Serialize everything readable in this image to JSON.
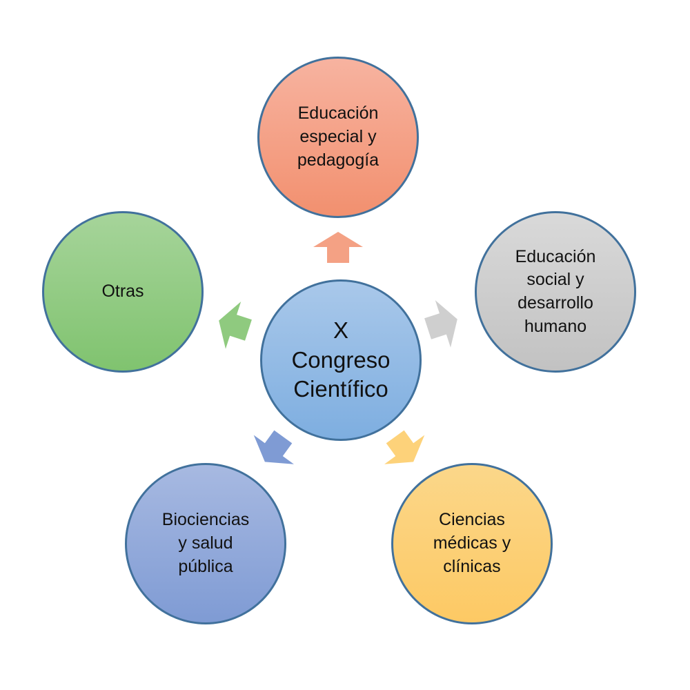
{
  "center": {
    "label": "X\nCongreso\nCientífico",
    "color": "#9dc3e6"
  },
  "nodes": [
    {
      "id": "top",
      "label": "Educación\nespecial y\npedagogía",
      "color": "#f4a184"
    },
    {
      "id": "right",
      "label": "Educación\nsocial y\ndesarrollo\nhumano",
      "color": "#cfcfcf"
    },
    {
      "id": "bottom-right",
      "label": "Ciencias\nmédicas y\nclínicas",
      "color": "#fdd27a"
    },
    {
      "id": "bottom-left",
      "label": "Biociencias\ny salud\npública",
      "color": "#93abdb"
    },
    {
      "id": "left",
      "label": "Otras",
      "color": "#8fca7f"
    }
  ],
  "arrow_colors": {
    "top": "#f4a184",
    "right": "#cfcfcf",
    "bottom-right": "#fdd27a",
    "bottom-left": "#7f9bd4",
    "left": "#8fca7f"
  },
  "border_color": "#41719c"
}
